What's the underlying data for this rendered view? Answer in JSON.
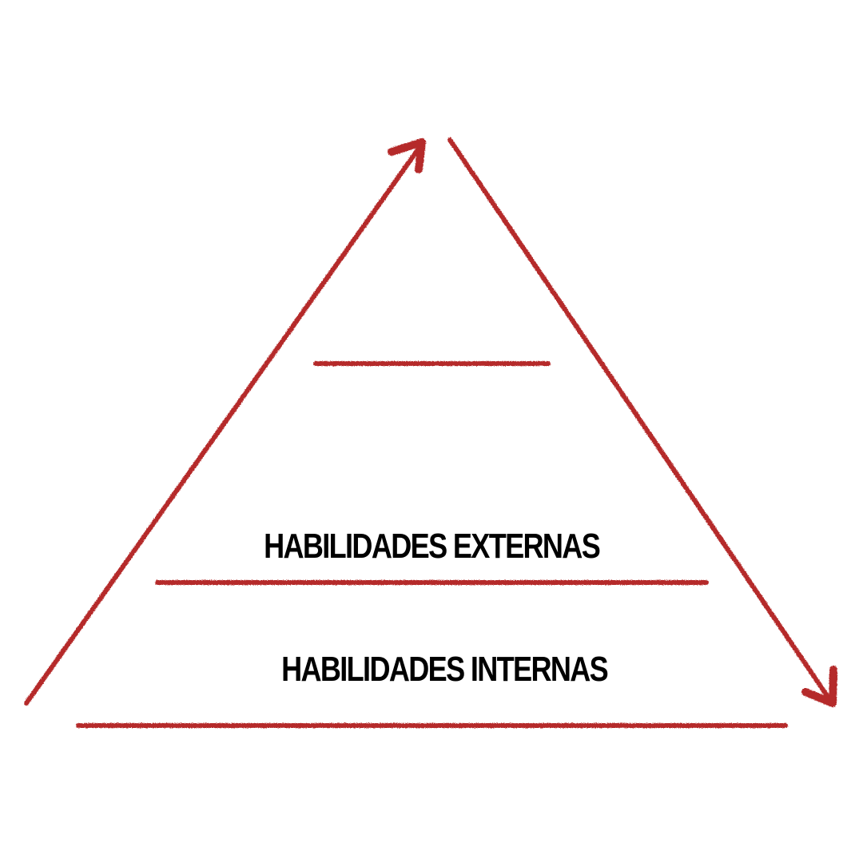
{
  "diagram": {
    "type": "pyramid",
    "colors": {
      "stroke": "#b52a2a",
      "text": "#000000",
      "background": "#ffffff"
    },
    "levels": [
      {
        "label": "HABILIDADES EXTERNAS"
      },
      {
        "label": "HABILIDADES INTERNAS"
      }
    ]
  }
}
